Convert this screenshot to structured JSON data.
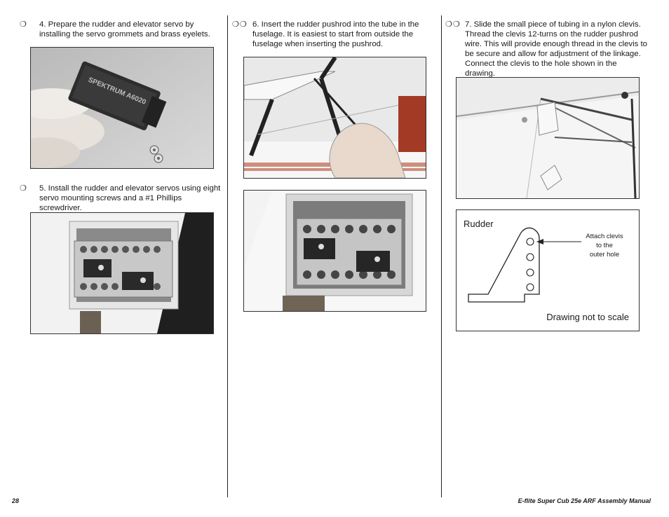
{
  "steps": [
    {
      "checkbox": "❍",
      "text": "4. Prepare the rudder and elevator servo by installing the servo grommets and brass eyelets."
    },
    {
      "checkbox": "❍",
      "text": "5. Install the rudder and elevator servos using eight servo mounting screws and a #1 Phillips screwdriver."
    },
    {
      "checkbox": "❍❍",
      "text": "6. Insert the rudder pushrod into the tube in the fuselage. It is easiest to start from outside the fuselage when inserting the pushrod."
    },
    {
      "checkbox": "❍❍",
      "text": "7. Slide the small piece of tubing in a nylon clevis. Thread the clevis 12-turns on the rudder pushrod wire. This will provide enough thread in the clevis to be secure and allow for adjustment of the linkage. Connect the clevis to the hole shown in the drawing."
    }
  ],
  "photos": {
    "servo_label": "SPEKTRUM A6020"
  },
  "diagram": {
    "title": "Rudder",
    "callout_line1": "Attach clevis",
    "callout_line2": "to the",
    "callout_line3": "outer hole",
    "note": "Drawing not to scale"
  },
  "footer": {
    "page_number": "28",
    "manual_title": "E-flite Super Cub 25e ARF Assembly Manual"
  }
}
